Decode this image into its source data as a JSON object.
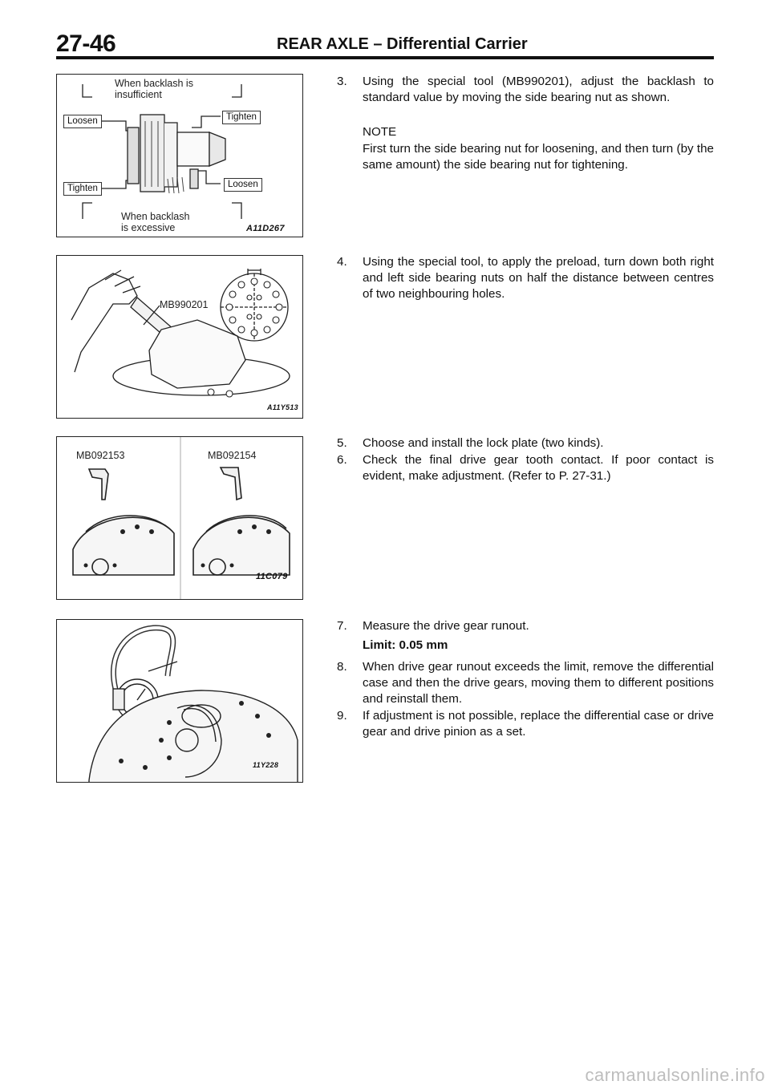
{
  "header": {
    "page_number": "27-46",
    "title": "REAR AXLE – Differential Carrier"
  },
  "figures": {
    "fig1": {
      "label_top": "When backlash is\ninsufficient",
      "label_bottom": "When backlash\nis excessive",
      "box_loosen_left": "Loosen",
      "box_tighten_left": "Tighten",
      "box_tighten_right": "Tighten",
      "box_loosen_right": "Loosen",
      "code": "A11D267"
    },
    "fig2": {
      "tool": "MB990201",
      "code": "A11Y513"
    },
    "fig3": {
      "tool_left": "MB092153",
      "tool_right": "MB092154",
      "code": "11C079"
    },
    "fig4": {
      "code": "11Y228"
    }
  },
  "steps": {
    "s3": {
      "num": "3.",
      "text": "Using the special tool (MB990201), adjust the backlash to standard value by moving the side bearing nut as shown."
    },
    "note_heading": "NOTE",
    "note_text": "First turn the side bearing nut for loosening, and then turn (by the same amount) the side bearing nut for tightening.",
    "s4": {
      "num": "4.",
      "text": "Using the special tool, to apply the preload, turn down both right and left side bearing nuts on half the distance between centres of two neighbouring holes."
    },
    "s5": {
      "num": "5.",
      "text": "Choose and install the lock plate (two kinds)."
    },
    "s6": {
      "num": "6.",
      "text": "Check the final drive gear tooth contact. If poor contact is evident, make adjustment. (Refer to P. 27-31.)"
    },
    "s7": {
      "num": "7.",
      "text": "Measure the drive gear runout."
    },
    "limit": "Limit: 0.05 mm",
    "s8": {
      "num": "8.",
      "text": "When drive gear runout exceeds the limit, remove the differential case and then the drive gears, moving them to different positions and reinstall them."
    },
    "s9": {
      "num": "9.",
      "text": "If adjustment is not possible, replace the differential case or drive gear and drive pinion as a set."
    }
  },
  "footer": {
    "watermark": "carmanualsonline.info"
  }
}
